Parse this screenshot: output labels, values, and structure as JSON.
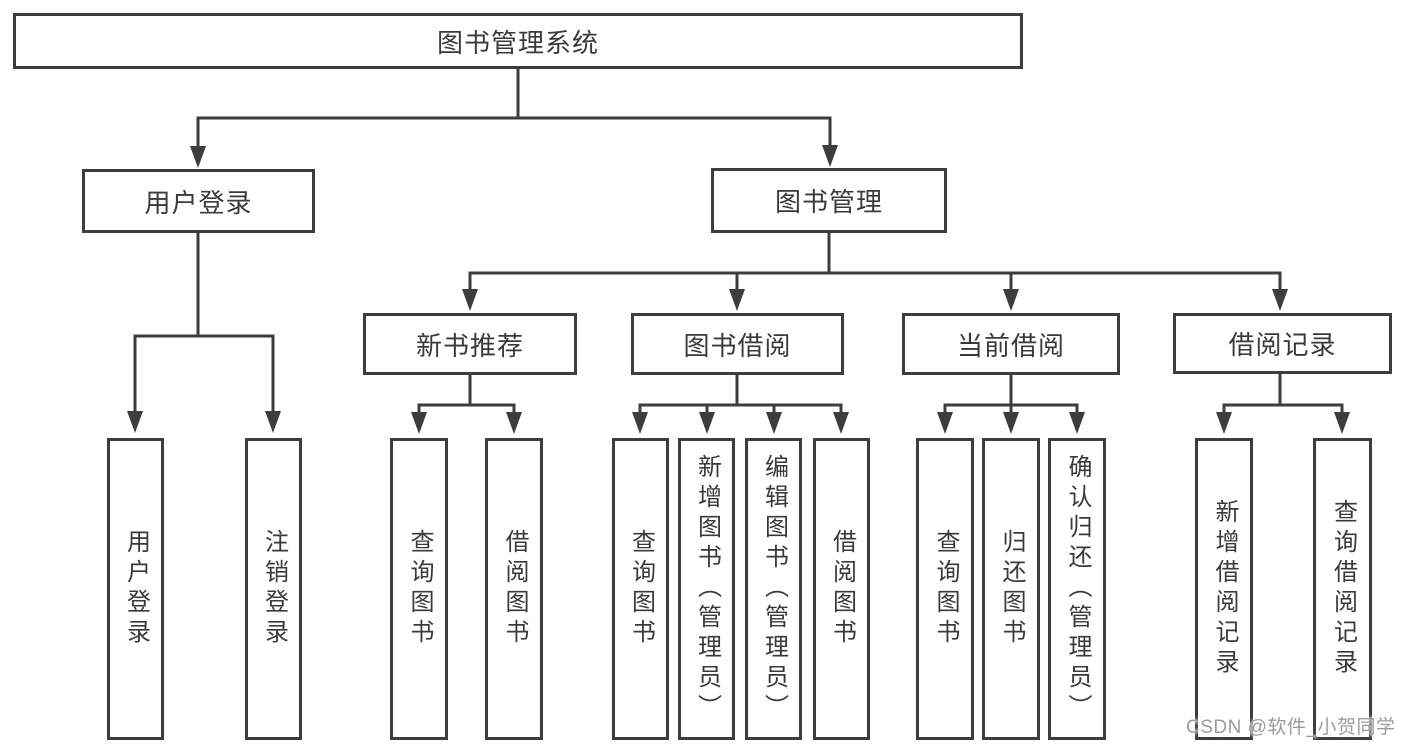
{
  "diagram": {
    "root": "图书管理系统",
    "level2": [
      {
        "label": "用户登录",
        "children": [
          "用户登录",
          "注销登录"
        ]
      },
      {
        "label": "图书管理"
      }
    ],
    "level3": [
      {
        "label": "新书推荐",
        "children": [
          "查询图书",
          "借阅图书"
        ]
      },
      {
        "label": "图书借阅",
        "children": [
          "查询图书",
          "新增图书（管理员）",
          "编辑图书（管理员）",
          "借阅图书"
        ]
      },
      {
        "label": "当前借阅",
        "children": [
          "查询图书",
          "归还图书",
          "确认归还（管理员）"
        ]
      },
      {
        "label": "借阅记录",
        "children": [
          "新增借阅记录",
          "查询借阅记录"
        ]
      }
    ]
  },
  "watermark": "CSDN @软件_小贺同学",
  "colors": {
    "line": "#3d3d3d",
    "text": "#3a3a3a",
    "watermark": "#9c9c9c",
    "background": "#ffffff"
  }
}
